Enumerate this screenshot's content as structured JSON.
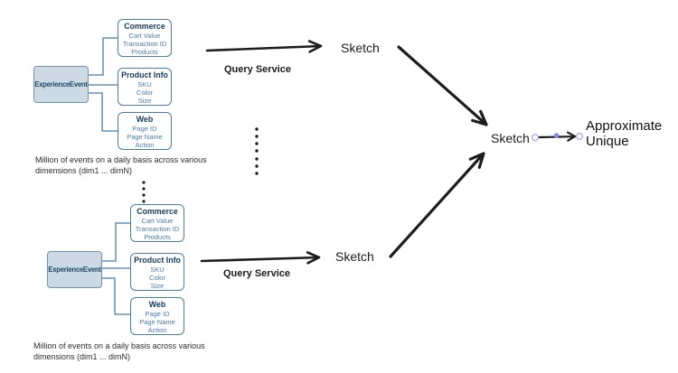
{
  "colors": {
    "background": "#ffffff",
    "box_border": "#4a7ca8",
    "box_title": "#15395c",
    "box_item": "#4a7ca8",
    "event_fill": "#cdd9e4",
    "event_border": "#7292aa",
    "event_text": "#1d4a6b",
    "arrow": "#1d1d1d",
    "label_text": "#1b1b1b",
    "handle_stroke": "#a8a5f2",
    "handle_fill": "#8b88ee"
  },
  "clusters": [
    {
      "event_label": "ExperienceEvent",
      "groups": [
        {
          "title": "Commerce",
          "items": [
            "Cart Value",
            "Transaction ID",
            "Products"
          ]
        },
        {
          "title": "Product Info",
          "items": [
            "SKU",
            "Color",
            "Size"
          ]
        },
        {
          "title": "Web",
          "items": [
            "Page ID",
            "Page Name",
            "Action"
          ]
        }
      ],
      "caption_lines": [
        "Million of events on a daily basis across various",
        "dimensions (dim1 ... dimN)"
      ]
    },
    {
      "event_label": "ExperienceEvent",
      "groups": [
        {
          "title": "Commerce",
          "items": [
            "Cart Value",
            "Transaction ID",
            "Products"
          ]
        },
        {
          "title": "Product Info",
          "items": [
            "SKU",
            "Color",
            "Size"
          ]
        },
        {
          "title": "Web",
          "items": [
            "Page ID",
            "Page Name",
            "Action"
          ]
        }
      ],
      "caption_lines": [
        "Million of events on a daily basis across various",
        "dimensions (dim1 ... dimN)"
      ]
    }
  ],
  "flow": {
    "query_service_top": "Query Service",
    "query_service_bottom": "Query Service",
    "sketch_top": "Sketch",
    "sketch_bottom": "Sketch",
    "sketch_merged": "Sketch",
    "result_lines": [
      "Approximate",
      "Unique"
    ]
  }
}
